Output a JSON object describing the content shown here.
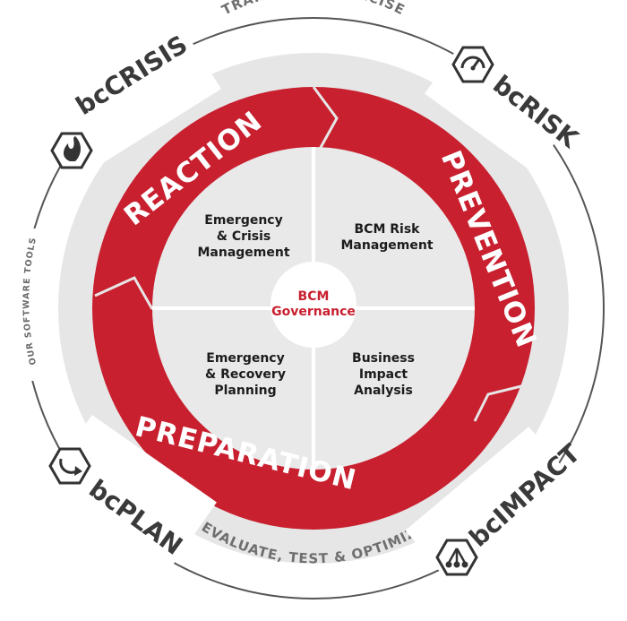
{
  "band": {
    "top": "TRAINING & EXERCISE",
    "bottom": "EVALUATE, TEST & OPTIMIZE"
  },
  "ring": {
    "reaction": "REACTION",
    "prevention": "PREVENTION",
    "preparation": "PREPARATION"
  },
  "quadrants": {
    "top_left": [
      "Emergency",
      "& Crisis",
      "Management"
    ],
    "top_right": [
      "BCM Risk",
      "Management"
    ],
    "bottom_left": [
      "Emergency",
      "& Recovery",
      "Planning"
    ],
    "bottom_right": [
      "Business",
      "Impact",
      "Analysis"
    ]
  },
  "center": [
    "BCM",
    "Governance"
  ],
  "tools": {
    "side_label": "OUR SOFTWARE TOOLS",
    "crisis": "bcCRISIS",
    "risk": "bcRISK",
    "impact": "bcIMPACT",
    "plan": "bcPLAN"
  },
  "colors": {
    "ring_red": "#c8202f",
    "band_gray": "#e6e6e6",
    "center_text_red": "#c8202f"
  },
  "icons": {
    "crisis": "flame-icon",
    "risk": "gauge-icon",
    "impact": "network-icon",
    "plan": "arrow-icon"
  }
}
